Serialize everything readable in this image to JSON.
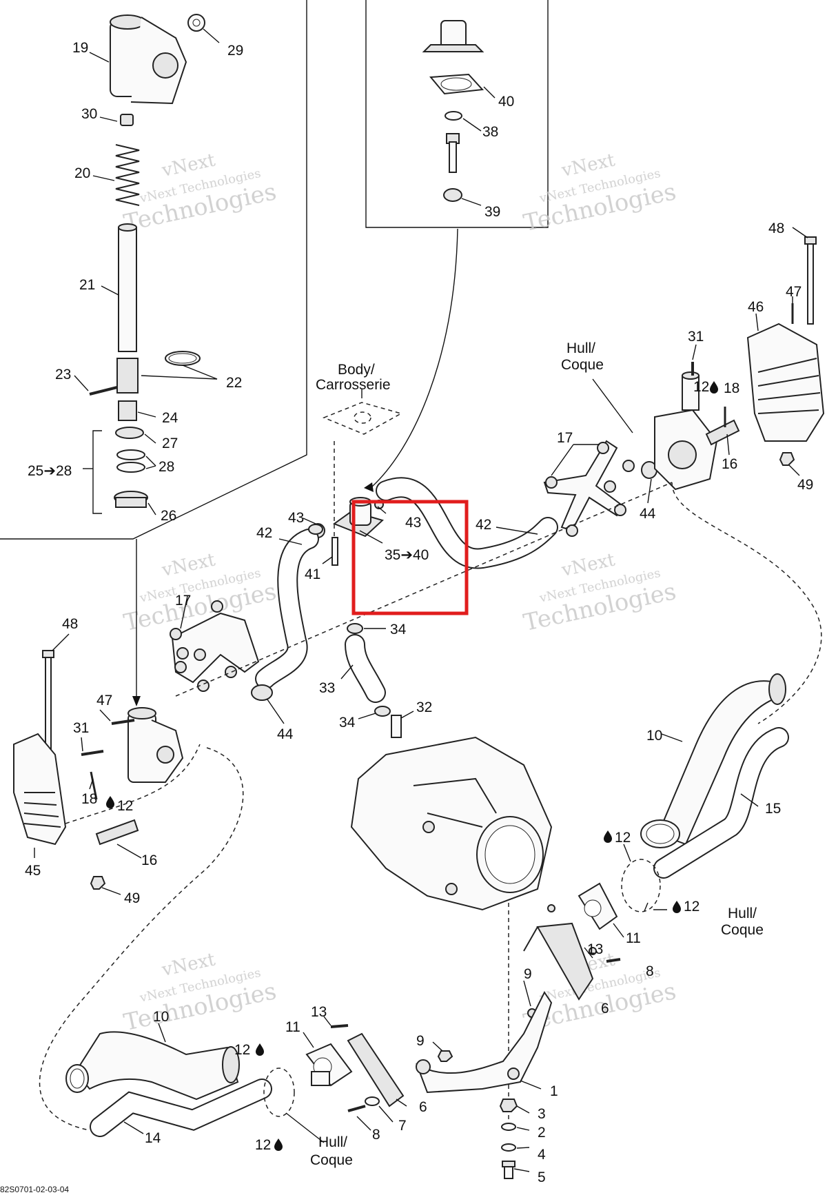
{
  "diagram": {
    "footer_code": "82S0701-02-03-04",
    "watermark": [
      "vNext",
      "vNext Technologies",
      "Technologies"
    ],
    "labels": {
      "hull_coque": [
        "Hull/",
        "Coque"
      ],
      "body_carrosserie": [
        "Body/",
        "Carrosserie"
      ]
    },
    "callouts": {
      "c1": "1",
      "c2": "2",
      "c3": "3",
      "c4": "4",
      "c5": "5",
      "c6a": "6",
      "c6b": "6",
      "c7": "7",
      "c8a": "8",
      "c8b": "8",
      "c9a": "9",
      "c9b": "9",
      "c10a": "10",
      "c10b": "10",
      "c11a": "11",
      "c11b": "11",
      "c12a": "12",
      "c12b": "12",
      "c12c": "12",
      "c12d": "12",
      "c12e": "12",
      "c12f": "12",
      "c13a": "13",
      "c13b": "13",
      "c14": "14",
      "c15": "15",
      "c16a": "16",
      "c16b": "16",
      "c17a": "17",
      "c17b": "17",
      "c18a": "18",
      "c18b": "18",
      "c19": "19",
      "c20": "20",
      "c21": "21",
      "c22": "22",
      "c23": "23",
      "c24": "24",
      "c2528": "25➔28",
      "c26": "26",
      "c27": "27",
      "c28": "28",
      "c29": "29",
      "c30": "30",
      "c31a": "31",
      "c31b": "31",
      "c32": "32",
      "c33": "33",
      "c34a": "34",
      "c34b": "34",
      "c3540": "35➔40",
      "c38": "38",
      "c39": "39",
      "c40": "40",
      "c41": "41",
      "c42a": "42",
      "c42b": "42",
      "c43a": "43",
      "c43b": "43",
      "c44a": "44",
      "c44b": "44",
      "c45": "45",
      "c46": "46",
      "c47a": "47",
      "c47b": "47",
      "c48a": "48",
      "c48b": "48",
      "c49a": "49",
      "c49b": "49"
    },
    "highlight_color": "#e11d1d",
    "drop_icon": "oil-drop-icon"
  }
}
